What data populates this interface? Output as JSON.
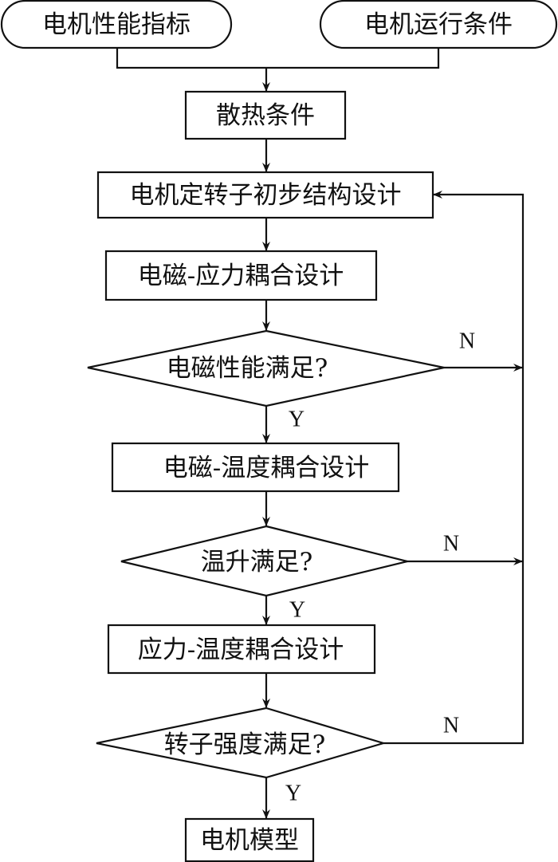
{
  "diagram": {
    "type": "flowchart",
    "colors": {
      "stroke": "#111111",
      "background": "#ffffff"
    },
    "nodes": {
      "start_performance": {
        "shape": "terminal",
        "label": "电机性能指标"
      },
      "start_conditions": {
        "shape": "terminal",
        "label": "电机运行条件"
      },
      "cooling": {
        "shape": "process",
        "label": "散热条件"
      },
      "initial_design": {
        "shape": "process",
        "label": "电机定转子初步结构设计"
      },
      "em_stress": {
        "shape": "process",
        "label": "电磁-应力耦合设计"
      },
      "check_em": {
        "shape": "decision",
        "label": "电磁性能满足?"
      },
      "em_thermal": {
        "shape": "process",
        "label": "电磁-温度耦合设计"
      },
      "check_temp": {
        "shape": "decision",
        "label": "温升满足?"
      },
      "stress_thermal": {
        "shape": "process",
        "label": "应力-温度耦合设计"
      },
      "check_rotor": {
        "shape": "decision",
        "label": "转子强度满足?"
      },
      "motor_model": {
        "shape": "process",
        "label": "电机模型"
      }
    },
    "edge_labels": {
      "check_em_no": "N",
      "check_em_yes": "Y",
      "check_temp_no": "N",
      "check_temp_yes": "Y",
      "check_rotor_no": "N",
      "check_rotor_yes": "Y"
    },
    "edges": [
      {
        "from": "start_performance",
        "to": "cooling"
      },
      {
        "from": "start_conditions",
        "to": "cooling"
      },
      {
        "from": "cooling",
        "to": "initial_design"
      },
      {
        "from": "initial_design",
        "to": "em_stress"
      },
      {
        "from": "em_stress",
        "to": "check_em"
      },
      {
        "from": "check_em",
        "to": "em_thermal",
        "label": "Y"
      },
      {
        "from": "check_em",
        "to": "initial_design",
        "label": "N"
      },
      {
        "from": "em_thermal",
        "to": "check_temp"
      },
      {
        "from": "check_temp",
        "to": "stress_thermal",
        "label": "Y"
      },
      {
        "from": "check_temp",
        "to": "initial_design",
        "label": "N"
      },
      {
        "from": "stress_thermal",
        "to": "check_rotor"
      },
      {
        "from": "check_rotor",
        "to": "motor_model",
        "label": "Y"
      },
      {
        "from": "check_rotor",
        "to": "initial_design",
        "label": "N"
      }
    ]
  }
}
